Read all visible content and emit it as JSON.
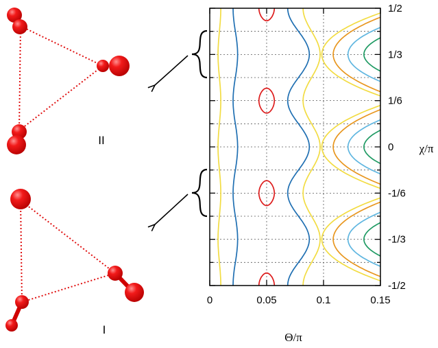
{
  "labels": {
    "upper_structure": "II",
    "lower_structure": "I"
  },
  "chart_data": {
    "type": "contour",
    "xlabel": "Θ/π",
    "ylabel": "χ/π",
    "xlim": [
      0,
      0.15
    ],
    "ylim": [
      -0.5,
      0.5
    ],
    "x_ticks": [
      {
        "value": 0,
        "label": "0"
      },
      {
        "value": 0.05,
        "label": "0.05"
      },
      {
        "value": 0.1,
        "label": "0.1"
      },
      {
        "value": 0.15,
        "label": "0.15"
      }
    ],
    "y_ticks": [
      {
        "value": 0.5,
        "label": "1/2"
      },
      {
        "value": 0.3333,
        "label": "1/3"
      },
      {
        "value": 0.1667,
        "label": "1/6"
      },
      {
        "value": 0,
        "label": "0"
      },
      {
        "value": -0.1667,
        "label": "-1/6"
      },
      {
        "value": -0.3333,
        "label": "-1/3"
      },
      {
        "value": -0.5,
        "label": "-1/2"
      }
    ],
    "grid": true,
    "colors": {
      "red": "#dd1c1c",
      "blue": "#1f6fb2",
      "yellow": "#f2dc42",
      "orange": "#e8961e",
      "lightblue": "#5fb6e0",
      "green": "#1f9a63"
    }
  }
}
